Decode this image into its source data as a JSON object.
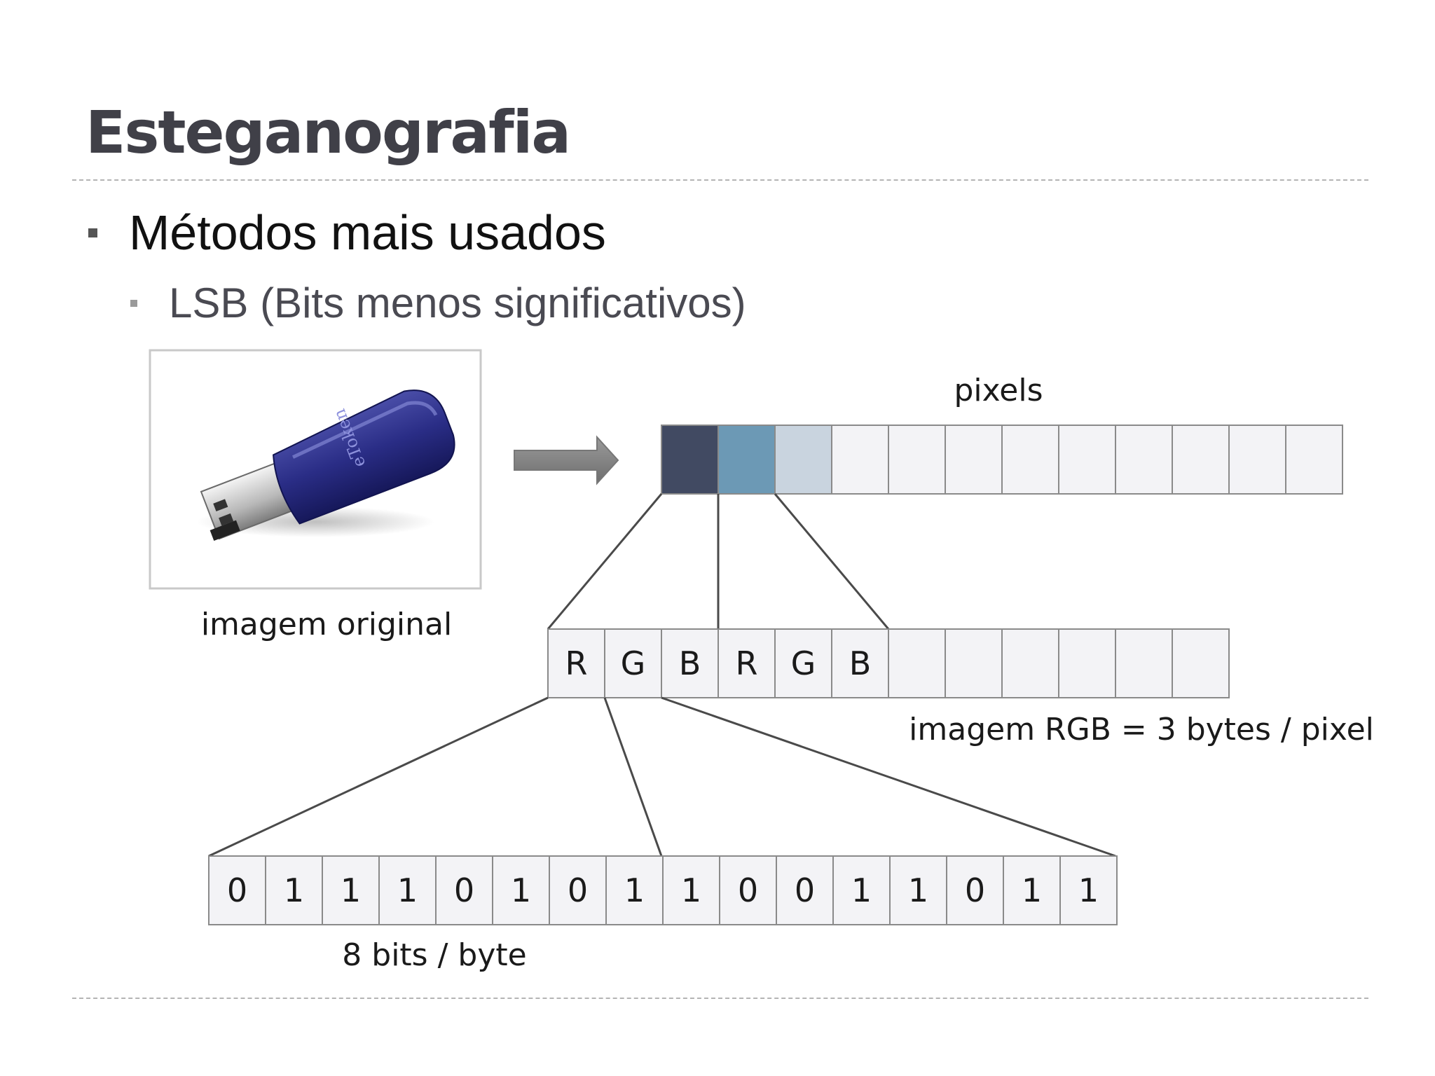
{
  "slide": {
    "title": "Esteganografia",
    "bullet_1": "Métodos mais usados",
    "bullet_2": "LSB (Bits menos significativos)"
  },
  "diagram": {
    "image_caption": "imagem original",
    "usb_brand_text": "eToken",
    "pixels_label": "pixels",
    "pixel_colors": [
      "#414a62",
      "#6c99b5",
      "#c9d4df",
      "#f3f3f6",
      "#f3f3f6",
      "#f3f3f6",
      "#f3f3f6",
      "#f3f3f6",
      "#f3f3f6",
      "#f3f3f6",
      "#f3f3f6",
      "#f3f3f6"
    ],
    "rgb_cells": [
      "R",
      "G",
      "B",
      "R",
      "G",
      "B",
      "",
      "",
      "",
      "",
      "",
      ""
    ],
    "rgb_label": "imagem RGB = 3 bytes / pixel",
    "bits": [
      "0",
      "1",
      "1",
      "1",
      "0",
      "1",
      "0",
      "1",
      "1",
      "0",
      "0",
      "1",
      "1",
      "0",
      "1",
      "1"
    ],
    "bits_label": "8 bits / byte"
  }
}
